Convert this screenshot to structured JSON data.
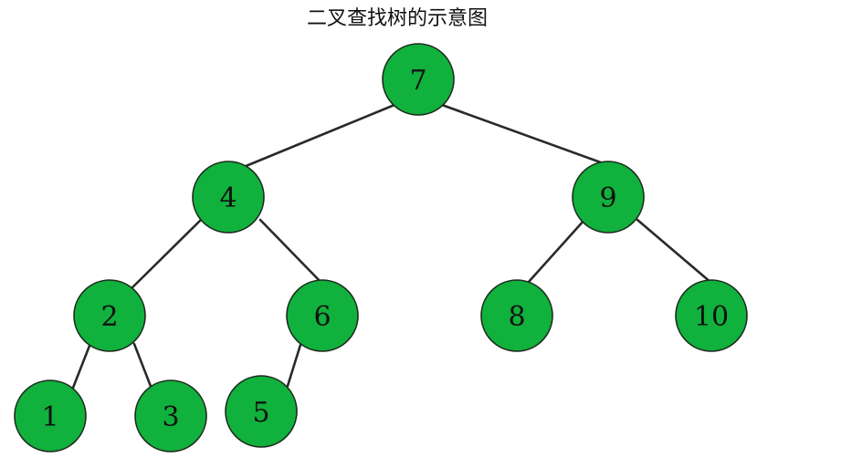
{
  "title": "二叉查找树的示意图",
  "node_fill": "#10b13c",
  "node_stroke": "#1e2a1e",
  "edge_color": "#2a2a2a",
  "tree": {
    "nodes": [
      {
        "id": "n7",
        "label": "7"
      },
      {
        "id": "n4",
        "label": "4"
      },
      {
        "id": "n9",
        "label": "9"
      },
      {
        "id": "n2",
        "label": "2"
      },
      {
        "id": "n6",
        "label": "6"
      },
      {
        "id": "n8",
        "label": "8"
      },
      {
        "id": "n10",
        "label": "10"
      },
      {
        "id": "n1",
        "label": "1"
      },
      {
        "id": "n3",
        "label": "3"
      },
      {
        "id": "n5",
        "label": "5"
      }
    ],
    "edges": [
      {
        "from": "7",
        "to": "4"
      },
      {
        "from": "7",
        "to": "9"
      },
      {
        "from": "4",
        "to": "2"
      },
      {
        "from": "4",
        "to": "6"
      },
      {
        "from": "9",
        "to": "8"
      },
      {
        "from": "9",
        "to": "10"
      },
      {
        "from": "2",
        "to": "1"
      },
      {
        "from": "2",
        "to": "3"
      },
      {
        "from": "6",
        "to": "5"
      }
    ]
  }
}
